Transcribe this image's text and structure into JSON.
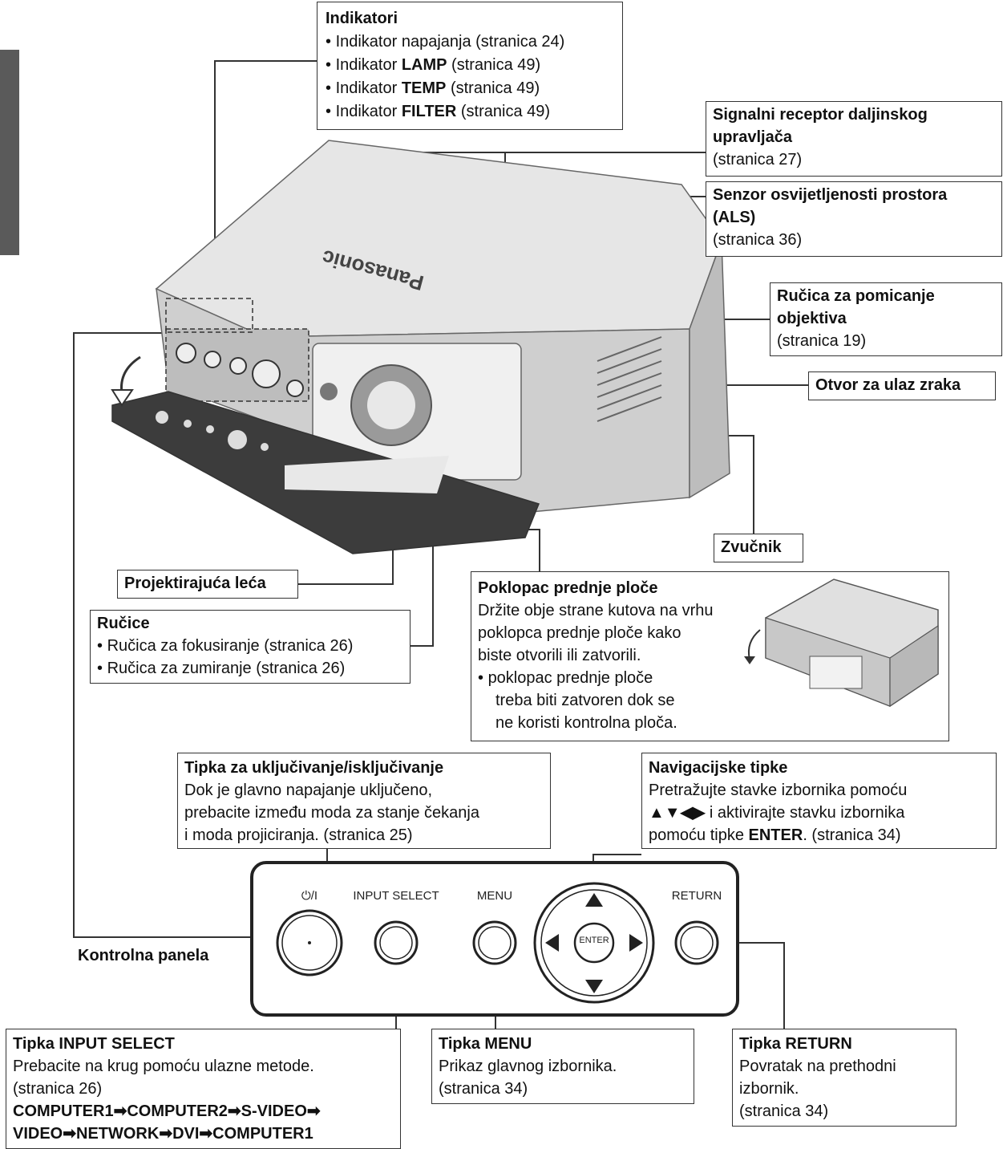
{
  "indicators": {
    "title": "Indikatori",
    "items": [
      {
        "pre": "Indikator napajanja (stranica 24)",
        "bold": "",
        "post": ""
      },
      {
        "pre": "Indikator ",
        "bold": "LAMP",
        "post": " (stranica 49)"
      },
      {
        "pre": "Indikator ",
        "bold": "TEMP",
        "post": " (stranica 49)"
      },
      {
        "pre": "Indikator ",
        "bold": "FILTER",
        "post": " (stranica 49)"
      }
    ]
  },
  "remote_receptor": {
    "title1": "Signalni receptor daljinskog",
    "title2": "upravljača",
    "page": "(stranica 27)"
  },
  "als": {
    "title1": "Senzor osvijetljenosti prostora",
    "title2": "(ALS)",
    "page": "(stranica 36)"
  },
  "lens_shift": {
    "title1": "Ručica za pomicanje",
    "title2": "objektiva",
    "page": "(stranica 19)"
  },
  "air_intake": {
    "title": "Otvor za ulaz zraka"
  },
  "speaker": {
    "title": "Zvučnik"
  },
  "projection_lens": {
    "title": "Projektirajuća leća"
  },
  "levers": {
    "title": "Ručice",
    "items": [
      "Ručica za fokusiranje (stranica 26)",
      "Ručica za zumiranje (stranica 26)"
    ]
  },
  "front_cover": {
    "title": "Poklopac prednje ploče",
    "lines": [
      "Držite obje strane kutova na vrhu",
      "poklopca prednje ploče kako",
      "biste otvorili ili zatvorili."
    ],
    "note": [
      "poklopac prednje ploče",
      "treba biti zatvoren dok se",
      "ne koristi kontrolna ploča."
    ]
  },
  "power_button": {
    "title": "Tipka za uključivanje/isključivanje",
    "lines": [
      "Dok je glavno napajanje uključeno,",
      "prebacite između moda za stanje čekanja",
      "i moda projiciranja. (stranica 25)"
    ]
  },
  "nav_keys": {
    "title": "Navigacijske tipke",
    "line1": "Pretražujte stavke izbornika pomoću",
    "line2_arrows": "▲▼◀▶",
    "line2_rest": " i aktivirajte stavku izbornika",
    "line3_pre": "pomoću tipke ",
    "line3_bold": "ENTER",
    "line3_post": ". (stranica 34)"
  },
  "control_panel": {
    "label": "Kontrolna panela",
    "power_symbol": "⏻/I",
    "input_select": "INPUT SELECT",
    "menu": "MENU",
    "return": "RETURN",
    "enter": "ENTER"
  },
  "input_select_box": {
    "title": "Tipka INPUT SELECT",
    "line1": "Prebacite na krug pomoću ulazne metode.",
    "line2": "(stranica 26)",
    "seq1": "COMPUTER1➡COMPUTER2➡S-VIDEO➡",
    "seq2": "VIDEO➡NETWORK➡DVI➡COMPUTER1"
  },
  "menu_box": {
    "title": "Tipka MENU",
    "line1": "Prikaz glavnog izbornika.",
    "line2": "(stranica 34)"
  },
  "return_box": {
    "title": "Tipka RETURN",
    "line1": "Povratak na prethodni",
    "line2": "izbornik.",
    "line3": "(stranica 34)"
  },
  "brand": "Panasonic",
  "colors": {
    "projector_body": "#d9d9d9",
    "panel_dark": "#3c3c3c",
    "tab": "#5a5a5a"
  }
}
